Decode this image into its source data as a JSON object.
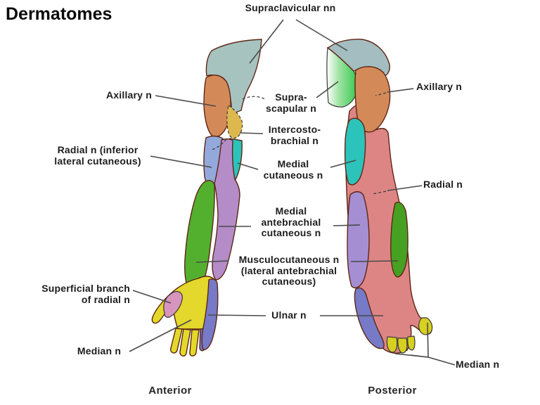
{
  "title": "Dermatomes",
  "figure": {
    "anterior_caption": "Anterior",
    "posterior_caption": "Posterior"
  },
  "labels": {
    "supraclavicular": "Supraclavicular nn",
    "axillary_left": "Axillary n",
    "suprascapular": "Supra-\nscapular n",
    "intercostobrachial": "Intercosto-\nbrachial n",
    "radial_inferior": "Radial n (inferior\nlateral cutaneous)",
    "medial_cutaneous": "Medial\ncutaneous n",
    "medial_antebrachial": "Medial\nantebrachial\ncutaneous n",
    "musculocutaneous": "Musculocutaneous n\n(lateral antebrachial\ncutaneous)",
    "superficial_radial": "Superficial branch\nof radial n",
    "ulnar": "Ulnar n",
    "median_left": "Median n",
    "axillary_right": "Axillary n",
    "radial_right": "Radial n",
    "median_right": "Median n"
  },
  "colors": {
    "supraclavicular": "#a6c3c0",
    "supraclavicular_post": "#a3bdc1",
    "suprascapular": "#38c94e",
    "axillary": "#d48a58",
    "intercostobrachial": "#ddb84d",
    "medial_cutaneous": "#2cc3bb",
    "radial_inferior_lateral": "#93a9dc",
    "medial_antebrachial": "#b48cc8",
    "medial_antebrachial_post": "#a58ed2",
    "musculocutaneous": "#53b02f",
    "musculocutaneous_post": "#46a022",
    "radial": "#dd8585",
    "superficial_radial": "#d795be",
    "median": "#e3d82b",
    "median_post": "#d6d020",
    "ulnar": "#767ac7",
    "leader_line": "#4a4a4a"
  }
}
